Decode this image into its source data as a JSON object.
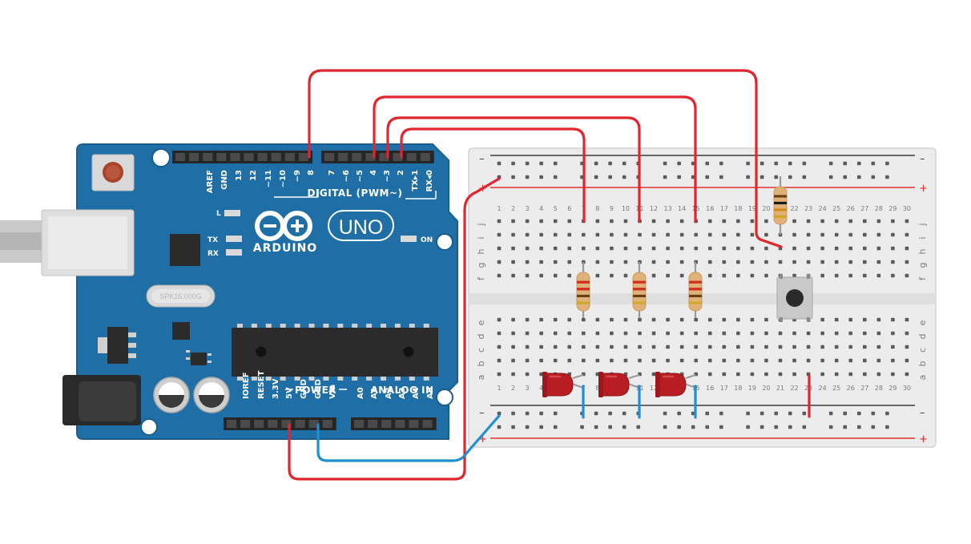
{
  "arduino": {
    "brand": "ARDUINO",
    "model": "UNO",
    "digital_label": "DIGITAL (PWM~)",
    "digital_pins": [
      "AREF",
      "GND",
      "13",
      "12",
      "~11",
      "~10",
      "~9",
      "8",
      "7",
      "~6",
      "~5",
      "4",
      "~3",
      "2",
      "TX▸1",
      "RX◂0"
    ],
    "power_label": "POWER",
    "power_pins": [
      "IOREF",
      "RESET",
      "3.3V",
      "5V",
      "GND",
      "GND",
      "Vin"
    ],
    "analog_label": "ANALOG IN",
    "analog_pins": [
      "A0",
      "A1",
      "A2",
      "A3",
      "A4",
      "A5"
    ],
    "led_l": "L",
    "led_tx": "TX",
    "led_rx": "RX",
    "on_label": "ON",
    "crystal": "SPK16.000G"
  },
  "breadboard": {
    "columns": [
      "1",
      "2",
      "3",
      "4",
      "5",
      "6",
      "7",
      "8",
      "9",
      "10",
      "11",
      "12",
      "13",
      "14",
      "15",
      "16",
      "17",
      "18",
      "19",
      "20",
      "21",
      "22",
      "23",
      "24",
      "25",
      "26",
      "27",
      "28",
      "29",
      "30"
    ],
    "top_rows": [
      "j",
      "i",
      "h",
      "g",
      "f"
    ],
    "bottom_rows": [
      "e",
      "d",
      "c",
      "b",
      "a"
    ],
    "rail_minus": "–",
    "rail_plus": "+"
  },
  "colors": {
    "board": "#1f6fa6",
    "board_edge": "#185e8f",
    "wire_red": "#e0262e",
    "wire_blue": "#1e8fd2",
    "led": "#b71d22",
    "breadboard": "#ececec",
    "rail_red": "#e2312f"
  }
}
